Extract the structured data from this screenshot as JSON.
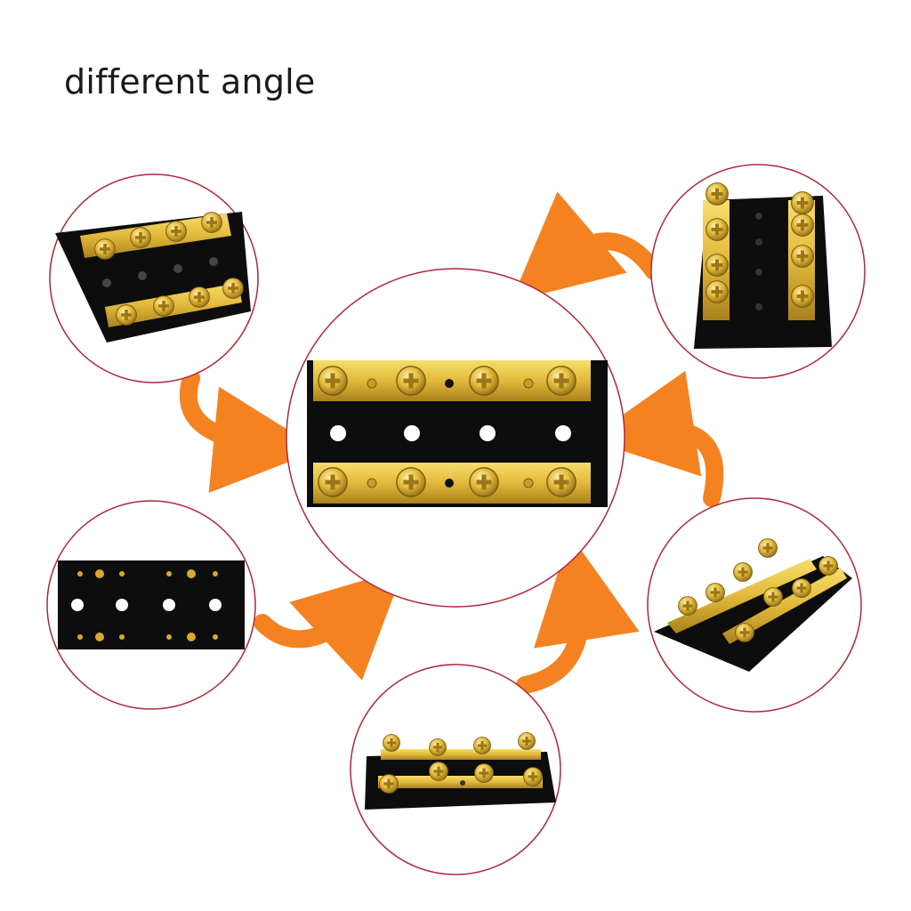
{
  "header": {
    "title": "different angle"
  },
  "colors": {
    "circle_outline": "#b0283a",
    "arrow": "#f58220",
    "base": "#0d0d0d",
    "brass": "#e2b93b",
    "brass_dark": "#a9811c"
  },
  "views": [
    {
      "name": "top-left-angled-view"
    },
    {
      "name": "center-top-view"
    },
    {
      "name": "top-right-vertical-view"
    },
    {
      "name": "left-bottom-view"
    },
    {
      "name": "right-side-view"
    },
    {
      "name": "bottom-front-view"
    }
  ]
}
